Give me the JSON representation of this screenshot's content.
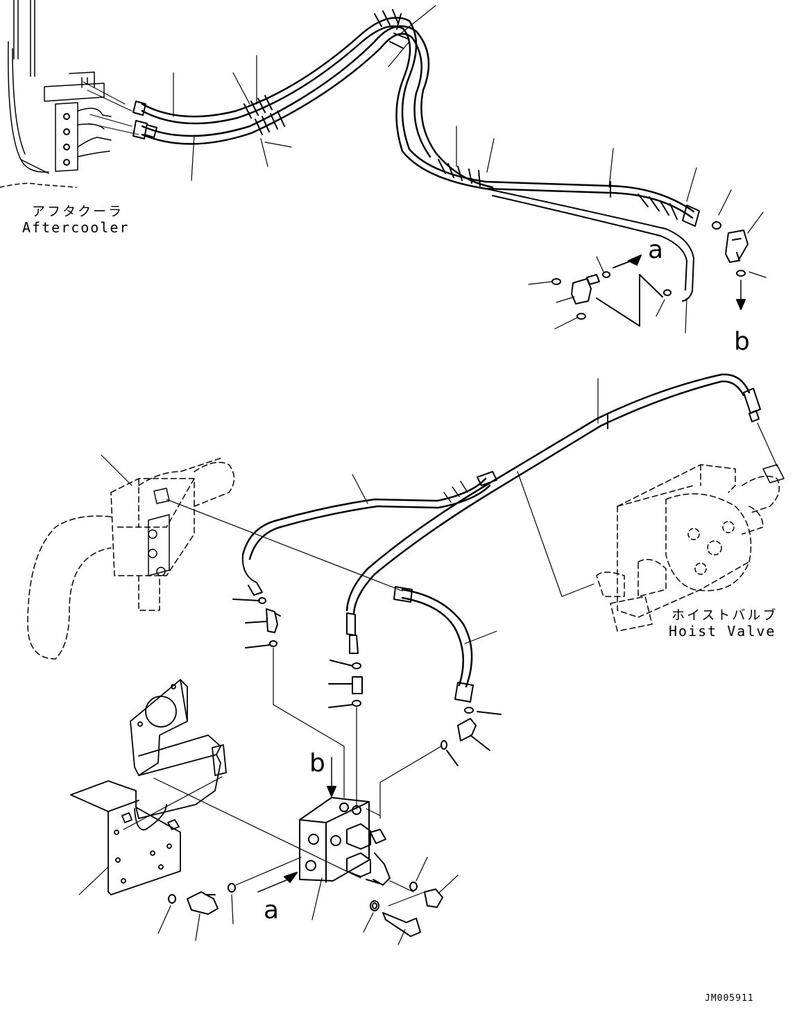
{
  "labels": {
    "aftercooler_jp": "アフタクーラ",
    "aftercooler_en": "Aftercooler",
    "hoist_valve_jp": "ホイストバルブ",
    "hoist_valve_en": "Hoist Valve",
    "arrow_a_top": "a",
    "arrow_b_top": "b",
    "arrow_b_block": "b",
    "arrow_a_block": "a",
    "drawing_code": "JM005911"
  }
}
